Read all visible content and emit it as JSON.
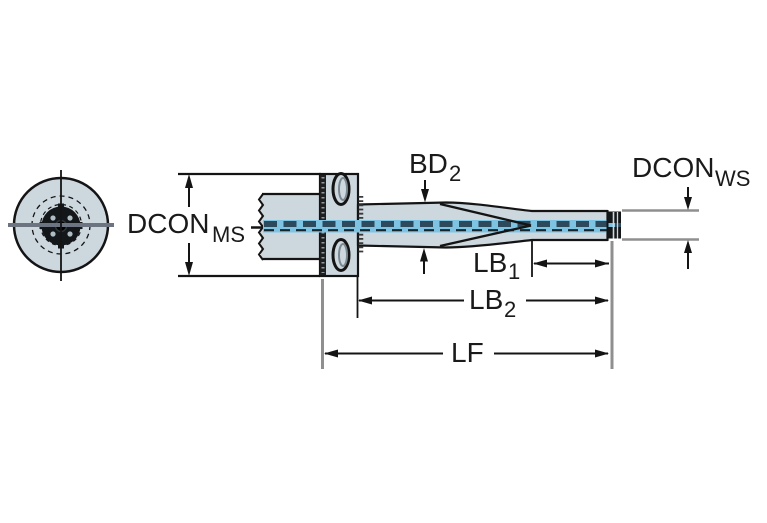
{
  "drawing": {
    "labels": {
      "dcon_ms": {
        "text": "DCON",
        "sub": "MS"
      },
      "bd2": {
        "text": "BD",
        "sub": "2"
      },
      "dcon_ws": {
        "text": "DCON",
        "sub": "WS"
      },
      "lb1": {
        "text": "LB",
        "sub": "1"
      },
      "lb2": {
        "text": "LB",
        "sub": "2"
      },
      "lf": {
        "text": "LF"
      }
    },
    "colors": {
      "body_fill": "#cdd7de",
      "outline": "#141414",
      "dim_gray": "#8f8f8f",
      "coolant_light": "#7fc3e3",
      "coolant_dark": "#2c4a5c",
      "dark_metal": "#14171a"
    }
  }
}
